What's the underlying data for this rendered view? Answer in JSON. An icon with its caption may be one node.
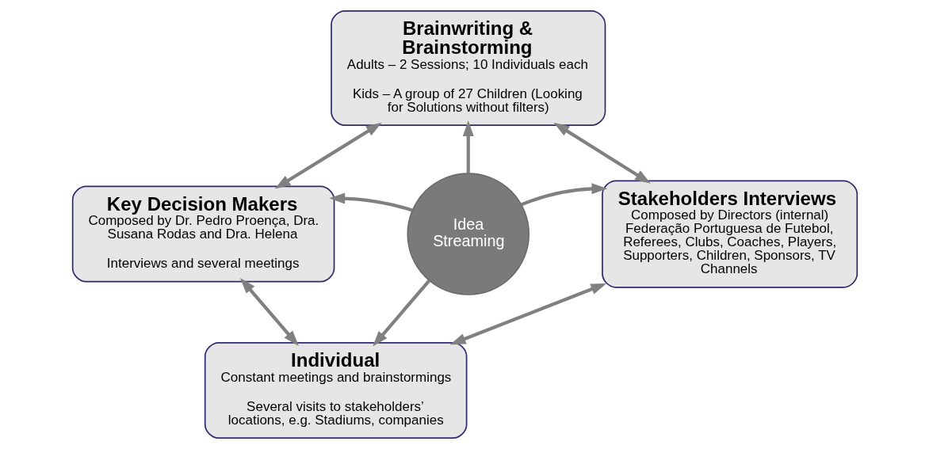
{
  "diagram": {
    "nodes": [
      {
        "text": [
          "Brainwriting & Brainstorming",
          "Adults – 2 Sessions; 10 Individuals each",
          "Kids – A group of 27 Children (Looking for Solutions without filters)"
        ]
      },
      {
        "text": [
          "Key Decision Makers",
          "Composed by Dr. Pedro Proença, Dra. Susana Rodas and Dra. Helena",
          "Interviews and several meetings"
        ]
      },
      {
        "text": [
          "Idea Streaming"
        ]
      },
      {
        "text": [
          "Stakeholders Interviews",
          "Composed by Directors (internal) Federação Portuguesa de Futebol, Referees, Clubs, Coaches, Players, Supporters, Children, Sponsors, TV Channels"
        ]
      },
      {
        "text": [
          "Individual",
          "Constant meetings and brainstormings",
          "Several visits to stakeholders’ locations, e.g. Stadiums, companies"
        ]
      }
    ],
    "edges": [
      {
        "from": 2,
        "to": 0,
        "arrow": "to"
      },
      {
        "from": 2,
        "to": 1,
        "arrow": "to"
      },
      {
        "from": 2,
        "to": 3,
        "arrow": "to"
      },
      {
        "from": 2,
        "to": 4,
        "arrow": "to"
      },
      {
        "from": 0,
        "to": 1,
        "arrow": "both"
      },
      {
        "from": 0,
        "to": 3,
        "arrow": "both"
      },
      {
        "from": 1,
        "to": 4,
        "arrow": "both"
      },
      {
        "from": 4,
        "to": 3,
        "arrow": "both"
      }
    ]
  }
}
